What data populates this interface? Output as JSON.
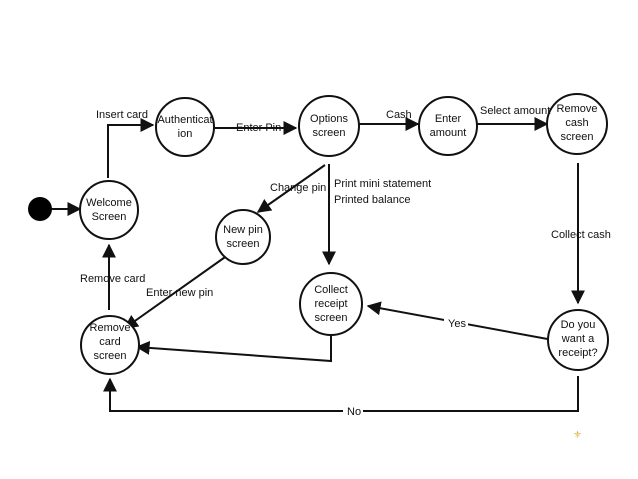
{
  "nodes": {
    "welcome": [
      "Welcome",
      "Screen"
    ],
    "auth": [
      "Authenticat",
      "ion"
    ],
    "options": [
      "Options",
      "screen"
    ],
    "enter_amount": [
      "Enter",
      "amount"
    ],
    "remove_cash": [
      "Remove",
      "cash",
      "screen"
    ],
    "new_pin": [
      "New pin",
      "screen"
    ],
    "collect_receipt": [
      "Collect",
      "receipt",
      "screen"
    ],
    "receipt_q": [
      "Do you",
      "want a",
      "receipt?"
    ],
    "remove_card": [
      "Remove",
      "card",
      "screen"
    ]
  },
  "edges": {
    "insert_card": "Insert card",
    "enter_pin": "Enter Pin",
    "cash": "Cash",
    "select_amount": "Select amount",
    "change_pin": "Change pin",
    "print_mini": "Print mini statement",
    "printed_balance": "Printed balance",
    "collect_cash": "Collect cash",
    "remove_card": "Remove card",
    "enter_new_pin": "Enter new pin",
    "yes": "Yes",
    "no": "No"
  }
}
